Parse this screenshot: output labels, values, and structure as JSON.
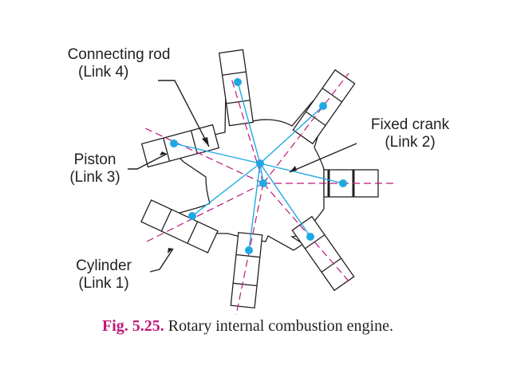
{
  "labels": {
    "connecting_rod": "Connecting rod",
    "connecting_rod_link": "(Link 4)",
    "piston": "Piston",
    "piston_link": "(Link 3)",
    "cylinder": "Cylinder",
    "cylinder_link": "(Link 1)",
    "fixed_crank": "Fixed crank",
    "fixed_crank_link": "(Link 2)"
  },
  "caption": {
    "figure": "Fig. 5.25.",
    "text": "Rotary internal combustion engine."
  },
  "colors": {
    "outline": "#231f20",
    "rod": "#1fa9e1",
    "centerline": "#c0177a",
    "pin": "#1fa9e1",
    "caption_figure": "#c0177a"
  }
}
